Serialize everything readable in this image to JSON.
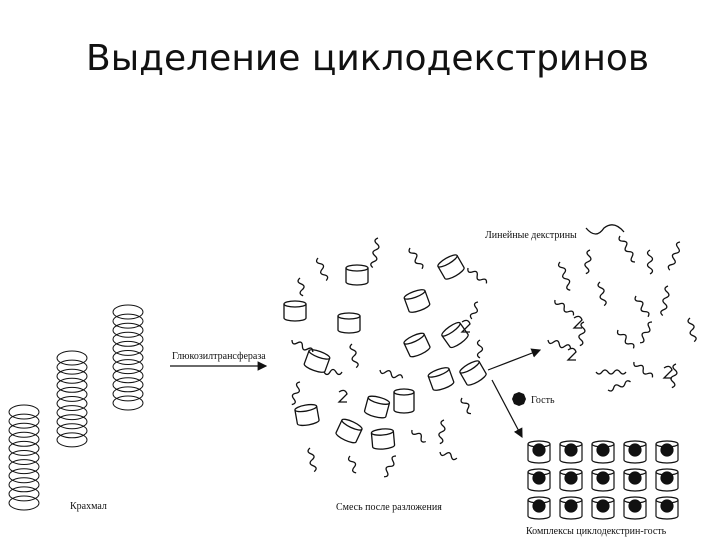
{
  "slide": {
    "title": "Выделение циклодекстринов"
  },
  "diagram": {
    "labels": {
      "starch": "Крахмал",
      "enzyme": "Глюкозилтрансфераза",
      "mixture": "Смесь после разложения",
      "linear_dextrins": "Линейные декстрины",
      "guest": "Гость",
      "complexes": "Комплексы циклодекстрин-гость"
    },
    "complex_grid": {
      "rows": 3,
      "cols": 5
    }
  }
}
